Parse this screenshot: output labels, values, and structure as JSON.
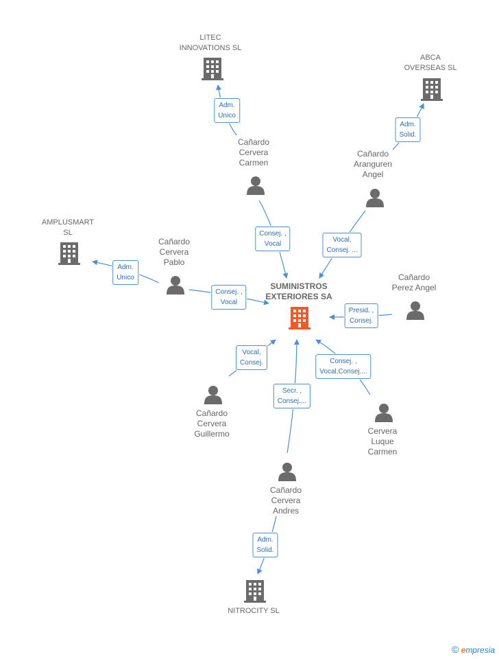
{
  "center": {
    "name": "SUMINISTROS\nEXTERIORES SA"
  },
  "companies": {
    "litec": "LITEC\nINNOVATIONS SL",
    "abca": "ABCA\nOVERSEAS SL",
    "amplusmart": "AMPLUSMART\nSL",
    "nitrocity": "NITROCITY  SL"
  },
  "persons": {
    "carmen": "Cañardo\nCervera\nCarmen",
    "angel_aranguren": "Cañardo\nAranguren\nAngel",
    "pablo": "Cañardo\nCervera\nPablo",
    "perez_angel": "Cañardo\nPerez Angel",
    "guillermo": "Cañardo\nCervera\nGuillermo",
    "luque": "Cervera\nLuque\nCarmen",
    "andres": "Cañardo\nCervera\nAndres"
  },
  "relations": {
    "litec_adm": "Adm.\nUnico",
    "abca_adm": "Adm.\nSolid.",
    "amplusmart_adm": "Adm.\nUnico",
    "carmen_rel": "Consej. ,\nVocal",
    "angel_rel": "Vocal,\nConsej. ...",
    "pablo_rel": "Consej. ,\nVocal",
    "perez_rel": "Presid. ,\nConsej.",
    "guillermo_rel": "Vocal,\nConsej.",
    "luque_rel": "Consej. ,\nVocal,Consej....",
    "andres_rel": "Secr. ,\nConsej....",
    "nitrocity_adm": "Adm.\nSolid."
  },
  "colors": {
    "link": "#4a90d9",
    "node": "#6b6b6b",
    "center": "#f05a28"
  },
  "brand": {
    "symbol": "©",
    "first": "e",
    "rest": "mpresia"
  }
}
